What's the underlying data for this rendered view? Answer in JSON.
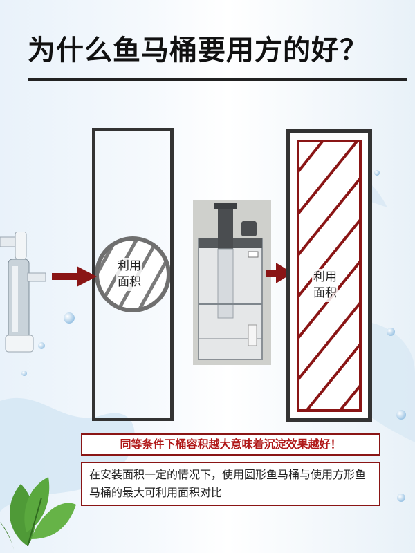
{
  "title": "为什么鱼马桶要用方的好？",
  "left_panel": {
    "label_line1": "利用",
    "label_line2": "面积"
  },
  "right_panel": {
    "label_line1": "利用",
    "label_line2": "面积"
  },
  "caption_highlight": "同等条件下桶容积越大意味着沉淀效果越好！",
  "caption_description": "在安装面积一定的情况下，使用圆形鱼马桶与使用方形鱼马桶的最大可利用面积对比",
  "colors": {
    "accent_red": "#8a1515",
    "frame_dark": "#333333"
  }
}
